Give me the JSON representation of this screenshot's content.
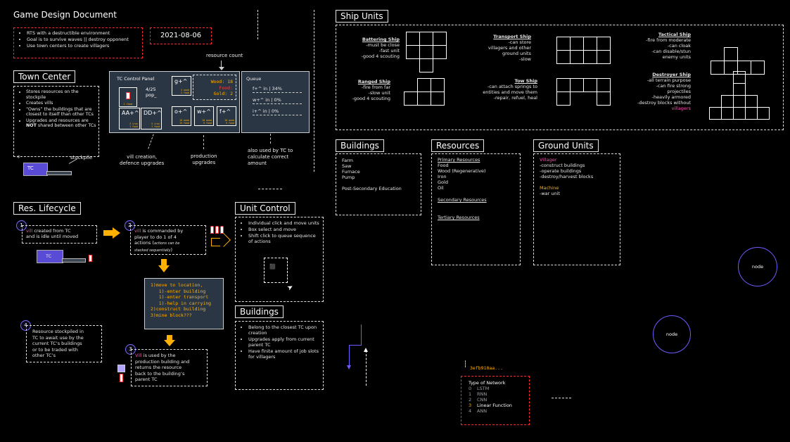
{
  "title": "Game Design Document",
  "date": "2021-08-06",
  "intro_bullets": [
    "RTS with a destructible environment",
    "Goal is to survive waves || destroy opponent",
    "Use town centers to create villagers"
  ],
  "town_center": {
    "heading": "Town Center",
    "bullets": [
      "Stores resources on the stockpile",
      "Creates vills",
      "“Owns” the buildings that are closest to itself than other TCs",
      "Upgrades and resources are NOT shared between other TCs"
    ],
    "tc_label": "TC",
    "stockpile_label": "stockpile",
    "asterisk": "*"
  },
  "tc_panel": {
    "title": "TC Control Panel",
    "pop": "4/25\npop_",
    "tiles": [
      {
        "name": "villager",
        "label": "1 food"
      },
      {
        "name": "g-upgrade",
        "sym": "g+^",
        "cost": "3 wood\n2 food"
      },
      {
        "name": "aa-upgrade",
        "sym": "AA+^",
        "cost": "3 iron\n1 food"
      },
      {
        "name": "dd-upgrade",
        "sym": "DD+^",
        "cost": "5 iron\n1 food"
      },
      {
        "name": "o-upgrade",
        "sym": "o+^",
        "cost": "10 wood\n15 food"
      },
      {
        "name": "w-upgrade",
        "sym": "w+^",
        "cost": "10 wood\n5 food"
      },
      {
        "name": "f-upgrade",
        "sym": "f+^",
        "cost": "10 wood\n5 food"
      }
    ],
    "resources": {
      "wood": "Wood: 18",
      "food": "Food:",
      "gold": "Gold: 2"
    },
    "resource_count_label": "resource count",
    "vill_note": "vill creation,\ndefence upgrades",
    "prod_note": "production\nupgrades"
  },
  "queue": {
    "title": "Queue",
    "rows": [
      "f+^ in | 34%",
      "w+^ in | 0%",
      "i+^ in | 0%"
    ],
    "note": "also used by TC to\ncalculate correct\namount"
  },
  "lifecycle": {
    "heading": "Res. Lifecycle",
    "steps": [
      {
        "n": "1",
        "vill": "vill",
        "text": " created from TC\nand is idle until moved"
      },
      {
        "n": "2",
        "vill": "vill",
        "text": " is commanded by\nplayer to do 1 of 4\nactions (",
        "small": "actions can be\nstacked sequentially",
        "end": ")"
      },
      {
        "n": "3",
        "vill": "Vill",
        "text": " is used by the\nproduction building and\nreturns the resource\nback to the building’s\nparent TC"
      },
      {
        "n": "4",
        "text": "Resource stockpiled in\nTC to await use by the\ncurrent TC’s buildings\nor to be traded with\nother TC’s"
      }
    ],
    "actions": "1)move to location,\n   1)-enter building\n   1)-enter transport\n   1)-help in carrying\n2)construct building\n3)mine block???",
    "tc_label": "TC"
  },
  "unit_control": {
    "heading": "Unit Control",
    "bullets": [
      "Individual click and move units",
      "Box select and move",
      "Shift click to queue sequence of actions"
    ]
  },
  "buildings_info": {
    "heading": "Buildings",
    "bullets": [
      "Belong to the closest TC upon creation",
      "Upgrades apply from current parent TC",
      "Have finite amount of job slots for villagers"
    ]
  },
  "ship_units": {
    "heading": "Ship Units",
    "ships": [
      {
        "name": "Battering Ship",
        "desc": "-must be close\n-fast unit\n-good 4 scouting"
      },
      {
        "name": "Transport Ship",
        "desc": "-can store\nvillagers and other\nground units\n-slow"
      },
      {
        "name": "Tactical Ship",
        "desc": "-fire from moderate\n-can cloak\n-can disable/stun\nenemy units"
      },
      {
        "name": "Ranged Ship",
        "desc": "-fire from far\n-slow unit\n-good 4 scouting"
      },
      {
        "name": "Tow Ship",
        "desc": "-can attach springs to\nentities and move them\n-repair, refuel, heal"
      },
      {
        "name": "Destroyer Ship",
        "desc": "-all terrain purpose\n-can fire strong\nprojectiles\n-heavily armored\n-destroy blocks without",
        "tail": "villagers"
      }
    ]
  },
  "buildings_list": {
    "heading": "Buildings",
    "items": [
      "Farm",
      "Saw",
      "Furnace",
      "Pump",
      "",
      "Post-Secondary Education"
    ]
  },
  "resources": {
    "heading": "Resources",
    "primary_label": "Primary Resources",
    "primary": [
      "Food",
      "Wood (Regenerative)",
      "Iron",
      "Gold",
      "Oil"
    ],
    "secondary_label": "Secondary Resources",
    "tertiary_label": "Tertiary Resources"
  },
  "ground_units": {
    "heading": "Ground Units",
    "villager_label": "Villager",
    "villager": [
      "-construct buildings",
      "-operate buildings",
      "-destroy/harvest blocks"
    ],
    "machine_label": "Machine",
    "machine": [
      "-war unit"
    ]
  },
  "network": {
    "id": "3efb910aa...",
    "title": "Type of Network",
    "options": [
      {
        "n": "0",
        "label": "LSTM",
        "active": false
      },
      {
        "n": "1",
        "label": "RNN",
        "active": false
      },
      {
        "n": "2",
        "label": "CNN",
        "active": false
      },
      {
        "n": "3",
        "label": "Linear Function",
        "active": true
      },
      {
        "n": "4",
        "label": "ANN",
        "active": false
      }
    ]
  },
  "nodes": [
    "node",
    "node"
  ]
}
